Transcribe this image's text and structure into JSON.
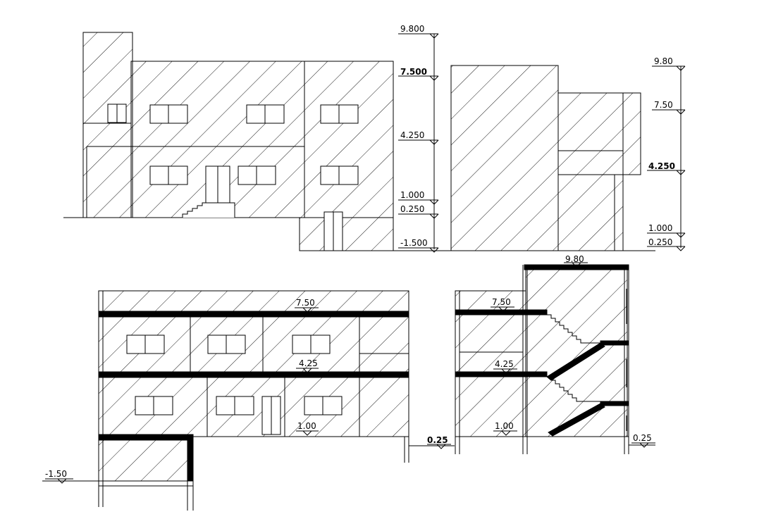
{
  "front_elevation": {
    "levels": [
      "9.800",
      "7.500",
      "4.250",
      "1.000",
      "0.250",
      "-1.500"
    ]
  },
  "side_elevation": {
    "levels": [
      "9.80",
      "7.50",
      "4.250",
      "1.000",
      "0.250"
    ]
  },
  "long_section": {
    "levels": [
      "7.50",
      "4.25",
      "1.00",
      "-1.50",
      "0.25"
    ]
  },
  "cross_section": {
    "levels": [
      "9.80",
      "7.50",
      "4.25",
      "1.00",
      "0.25"
    ]
  },
  "colors": {
    "line": "#000000",
    "background": "#ffffff"
  }
}
